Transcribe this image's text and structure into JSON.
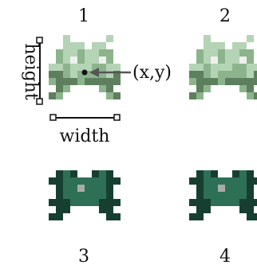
{
  "panels": [
    {
      "id": "1",
      "number": "1",
      "palette": "light-green"
    },
    {
      "id": "2",
      "number": "2",
      "palette": "light-green"
    },
    {
      "id": "3",
      "number": "3",
      "palette": "dark-green"
    },
    {
      "id": "4",
      "number": "4",
      "palette": "dark-green"
    }
  ],
  "annotations": {
    "height_label": "height",
    "width_label": "width",
    "point_label": "(x,y)"
  },
  "colors": {
    "light": {
      "dark": "#5e7f5e",
      "mid": "#8cb48c",
      "light": "#b5d3b5",
      "eye": "#eef0ee"
    },
    "dark": {
      "dark": "#173f31",
      "mid": "#2e7056",
      "light": "#3d8c6b",
      "eye": "#a8aca8"
    },
    "ink": "#111111"
  },
  "icons": {
    "sprite": "space-invader-sprite",
    "center_point": "center-dot-icon",
    "arrow": "left-arrow-icon",
    "handle": "square-handle-icon"
  }
}
